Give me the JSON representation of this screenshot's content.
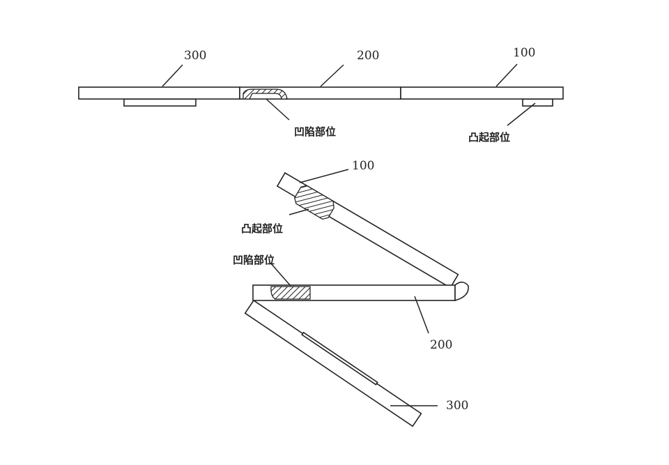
{
  "figure": {
    "flat_view": {
      "labels": {
        "part_300": "300",
        "part_200": "200",
        "part_100": "100"
      },
      "recess_label": "凹陷部位",
      "protrusion_label": "凸起部位"
    },
    "folded_view": {
      "labels": {
        "part_100": "100",
        "part_200": "200",
        "part_300": "300"
      },
      "protrusion_label": "凸起部位",
      "recess_label": "凹陷部位"
    }
  }
}
